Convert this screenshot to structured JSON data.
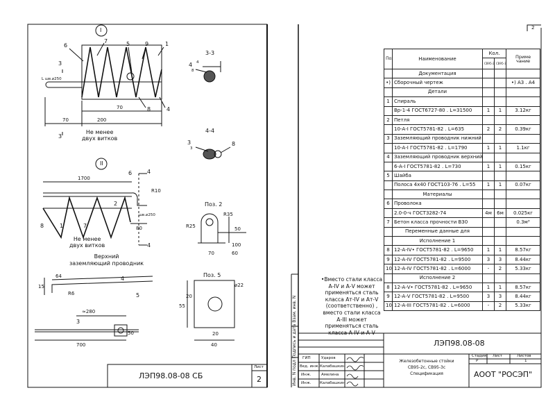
{
  "left_sheet": {
    "views": {
      "view1_marker": "I",
      "view2_marker": "II",
      "section_33": "3-3",
      "section_44": "4-4",
      "pos2": "Поз. 2",
      "pos5": "Поз. 5",
      "grounding_label": "Верхний\nзаземляющий проводник",
      "not_less_1": "Не менее\nдвух витков",
      "not_less_2": "Не менее\nдвух витков"
    },
    "dims": {
      "d70a": "70",
      "d200": "200",
      "d70b": "70",
      "d1700": "1700",
      "d80": "80",
      "d64": "64",
      "d15": "15",
      "d280": "≈280",
      "d700": "700",
      "d20a": "20",
      "d55": "55",
      "d20b": "20",
      "d40": "40",
      "d22": "⌀22",
      "d50a": "50",
      "d50b": "50",
      "d100": "100",
      "d60": "60",
      "d70c": "70",
      "r35": "R35",
      "r25": "R25",
      "r10": "R10",
      "r6": "R6",
      "l_shv": "L шв.⌀250",
      "shv1": "шв.⌀250",
      "a4": "4",
      "a3": "3",
      "a8": "8"
    },
    "callouts": {
      "c6": "6",
      "c7": "7",
      "c5": "5",
      "c9": "9",
      "c1": "1",
      "c8": "8",
      "c4": "4",
      "c3": "3",
      "c3b": "3",
      "c4b": "4",
      "c8b": "8",
      "c1b": "1",
      "c7b": "7",
      "c6b": "6",
      "c2": "2",
      "c4c": "4",
      "c5b": "5",
      "c4d": "4",
      "c3c": "3",
      "c8c": "8",
      "c4e": "4",
      "c3d": "3"
    },
    "stamp": {
      "code": "ЛЭП98.08-08  СБ",
      "sheet_label": "Лист",
      "sheet_no": "2"
    }
  },
  "right_sheet": {
    "corner_no": "2",
    "note": "•Вместо стали класса А-IV и А-V может применяться сталь класса Ат-IV и Ат-V (соответственно) , вместо стали класса А-III может применяться сталь класса А-IV и А-V",
    "side_label": "Инв. N подл  Подпись и дата  Взам. инв. N",
    "table_header": {
      "pos": "Поз",
      "name": "Наименование",
      "qty": "Кол.",
      "qty_a": "СВ95-2с",
      "qty_b": "СВ95-3с",
      "note": "Приме чание"
    },
    "rows": [
      {
        "pos": "",
        "name": "Документация",
        "a": "",
        "b": "",
        "note": "",
        "center": true
      },
      {
        "pos": "•)",
        "name": "Сборочный чертеж",
        "a": "",
        "b": "",
        "note": "•) А3 . А4"
      },
      {
        "pos": "",
        "name": "Детали",
        "a": "",
        "b": "",
        "note": "",
        "center": true
      },
      {
        "pos": "1",
        "name": "Спираль",
        "a": "",
        "b": "",
        "note": ""
      },
      {
        "pos": "",
        "name": "Вр-1-4  ГОСТ6727-80 . L=31500",
        "a": "1",
        "b": "1",
        "note": "3.12кг"
      },
      {
        "pos": "2",
        "name": "Петля",
        "a": "",
        "b": "",
        "note": ""
      },
      {
        "pos": "",
        "name": "10-А-I  ГОСТ5781-82 . L=635",
        "a": "2",
        "b": "2",
        "note": "0.39кг"
      },
      {
        "pos": "3",
        "name": "Заземляющий проводник нижний",
        "a": "",
        "b": "",
        "note": ""
      },
      {
        "pos": "",
        "name": "10-А-I  ГОСТ5781-82 . L=1790",
        "a": "1",
        "b": "1",
        "note": "1.1кг"
      },
      {
        "pos": "4",
        "name": "Заземляющий проводник верхний",
        "a": "",
        "b": "",
        "note": ""
      },
      {
        "pos": "",
        "name": "6-А-I  ГОСТ5781-82 . L=730",
        "a": "1",
        "b": "1",
        "note": "0.15кг"
      },
      {
        "pos": "5",
        "name": "Шайба",
        "a": "",
        "b": "",
        "note": ""
      },
      {
        "pos": "",
        "name": "Полоса 4х40 ГОСТ103-76 . L=55",
        "a": "1",
        "b": "1",
        "note": "0.07кг"
      },
      {
        "pos": "",
        "name": "Материалы",
        "a": "",
        "b": "",
        "note": "",
        "center": true
      },
      {
        "pos": "6",
        "name": "Проволока",
        "a": "",
        "b": "",
        "note": ""
      },
      {
        "pos": "",
        "name": "2.0-0-ч  ГОСТ3282-74",
        "a": "4м",
        "b": "6м",
        "note": "0.025кг"
      },
      {
        "pos": "7",
        "name": "Бетон класса прочности В30",
        "a": "",
        "b": "",
        "note": "0.3м³"
      },
      {
        "pos": "",
        "name": "Переменные данные для",
        "a": "",
        "b": "",
        "note": "",
        "center": true
      },
      {
        "pos": "",
        "name": "Исполнение 1",
        "a": "",
        "b": "",
        "note": "",
        "center": true
      },
      {
        "pos": "8",
        "name": "12-А-IV•  ГОСТ5781-82 . L=9650",
        "a": "1",
        "b": "1",
        "note": "8.57кг"
      },
      {
        "pos": "9",
        "name": "12-А-IV  ГОСТ5781-82 . L=9500",
        "a": "3",
        "b": "3",
        "note": "8.44кг"
      },
      {
        "pos": "10",
        "name": "12-А-IV  ГОСТ5781-82 . L=6000",
        "a": "-",
        "b": "2",
        "note": "5.33кг"
      },
      {
        "pos": "",
        "name": "Исполнение 2",
        "a": "",
        "b": "",
        "note": "",
        "center": true
      },
      {
        "pos": "8",
        "name": "12-А-V•  ГОСТ5781-82 . L=9650",
        "a": "1",
        "b": "1",
        "note": "8.57кг"
      },
      {
        "pos": "9",
        "name": "12-А-V  ГОСТ5781-82 . L=9500",
        "a": "3",
        "b": "3",
        "note": "8.44кг"
      },
      {
        "pos": "10",
        "name": "12-А-III  ГОСТ5781-82 . L=6000",
        "a": "-",
        "b": "2",
        "note": "5.33кг"
      }
    ],
    "stamp": {
      "code": "ЛЭП98.08-08",
      "people": [
        {
          "role": "ГИП",
          "name": "Ударов"
        },
        {
          "role": "Вед. инж.",
          "name": "Калабашкин"
        },
        {
          "role": "Инж.",
          "name": "Амелина"
        },
        {
          "role": "Инж.",
          "name": "Калабашкин"
        }
      ],
      "title": "Железобетонные стойки\nСВ95-2с, СВ95-3с\nСпецификация",
      "stage_label": "Стадия",
      "sheet_label": "Лист",
      "sheets_label": "Листов",
      "stage": "Р",
      "sheets": "1",
      "org": "АООТ  \"РОСЭП\""
    }
  }
}
